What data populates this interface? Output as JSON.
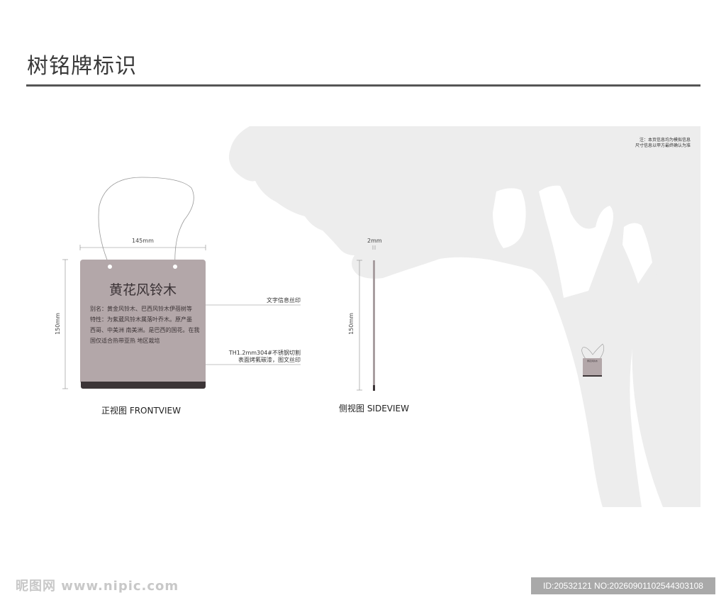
{
  "page_title": "树铭牌标识",
  "note": {
    "line1": "注：本页信息均为模拟信息",
    "line2": "尺寸信息以甲方最终确认为准"
  },
  "front_view": {
    "label": "正视图 FRONTVIEW",
    "width_dim": "145mm",
    "height_dim": "150mm",
    "plant_name": "黄花风铃木",
    "info_lines": [
      "别名：黄金风铃木、巴西风铃木伊蓓树等",
      "特性：为紫葳风铃木属落叶乔木。原产墨",
      "西哥、中美洲 南美洲。是巴西的国花。在我",
      "国仅适合热带亚热   地区栽培"
    ],
    "callout_text": "文字信息丝印",
    "callout_material_line1": "TH1.2mm304#不锈钢切割",
    "callout_material_line2": "表面烤氟碳漆，图文丝印"
  },
  "side_view": {
    "label": "侧视图 SIDEVIEW",
    "thickness_dim": "2mm",
    "height_dim": "150mm"
  },
  "mini_sign": {
    "name": "黄花风铃木"
  },
  "watermark": {
    "left": "昵图网 www.nipic.com",
    "right": "ID:20532121 NO:20260901102544303108"
  },
  "colors": {
    "plaque": "#b3a7a9",
    "plaque_base": "#3c3537",
    "tree": "#ededed",
    "rule": "#555555"
  }
}
